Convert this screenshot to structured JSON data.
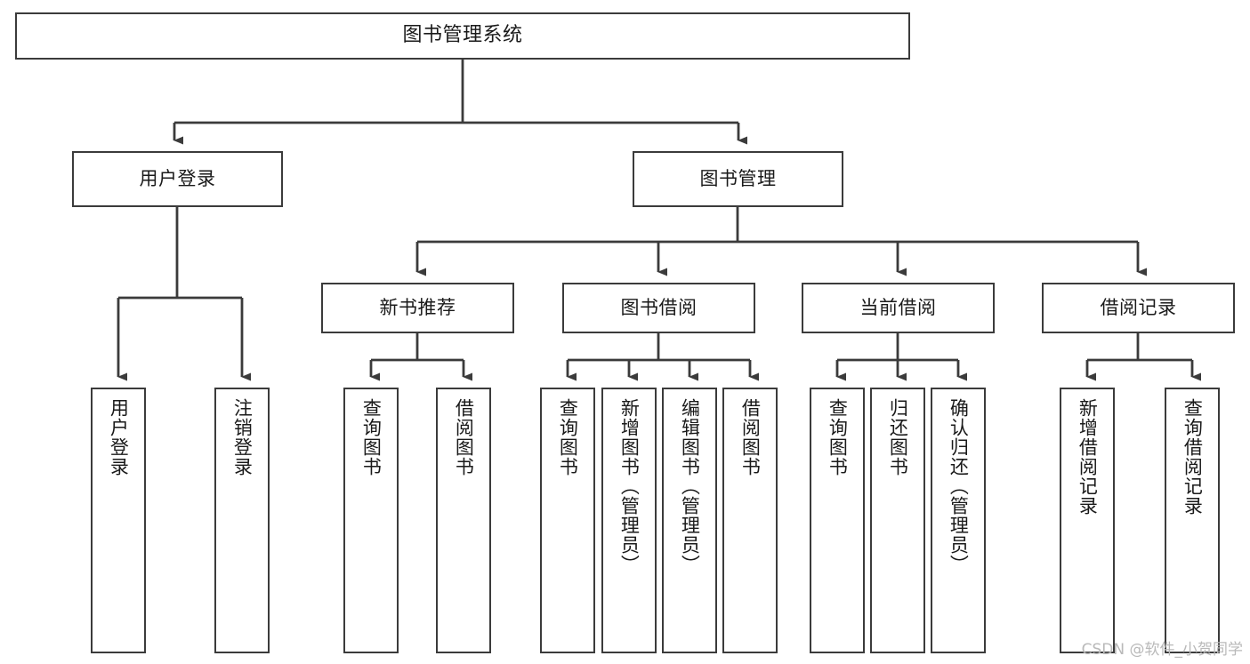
{
  "diagram": {
    "title": "图书管理系统",
    "type": "tree-hierarchy-chart",
    "line_color": "#3b3b3b",
    "box_fill": "#ffffff",
    "text_color": "#1a1a1a",
    "root": {
      "label": "图书管理系统"
    },
    "level2": [
      {
        "label": "用户登录"
      },
      {
        "label": "图书管理"
      }
    ],
    "level3": [
      {
        "label": "新书推荐"
      },
      {
        "label": "图书借阅"
      },
      {
        "label": "当前借阅"
      },
      {
        "label": "借阅记录"
      }
    ],
    "leaves": {
      "user_login": [
        {
          "label": "用户登录"
        },
        {
          "label": "注销登录"
        }
      ],
      "new_book": [
        {
          "label": "查询图书"
        },
        {
          "label": "借阅图书"
        }
      ],
      "book_borrow": [
        {
          "label": "查询图书"
        },
        {
          "label": "新增图书（管理员）"
        },
        {
          "label": "编辑图书（管理员）"
        },
        {
          "label": "借阅图书"
        }
      ],
      "current_borrow": [
        {
          "label": "查询图书"
        },
        {
          "label": "归还图书"
        },
        {
          "label": "确认归还（管理员）"
        }
      ],
      "borrow_record": [
        {
          "label": "新增借阅记录"
        },
        {
          "label": "查询借阅记录"
        }
      ]
    }
  },
  "watermark": {
    "text": "CSDN @软件_小贺同学",
    "color": "#b9b9b9"
  }
}
